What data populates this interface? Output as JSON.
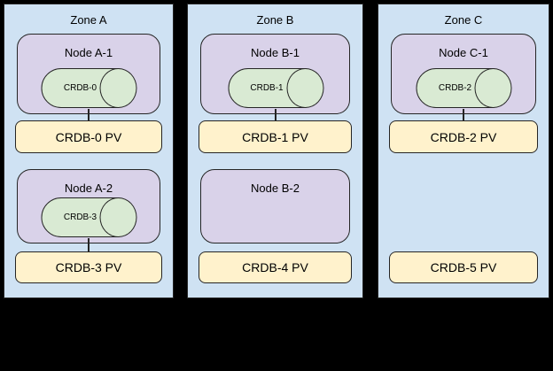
{
  "diagram": {
    "background": "#000000",
    "colors": {
      "zone_fill": "#cfe2f3",
      "node_fill": "#d9d2e9",
      "pod_fill": "#d9ead3",
      "pv_fill": "#fff2cc",
      "border": "#252525",
      "text": "#000000"
    },
    "zones": [
      {
        "label": "Zone A",
        "rows": [
          {
            "node": {
              "label": "Node A-1",
              "pod": "CRDB-0"
            },
            "pv": "CRDB-0 PV",
            "connected": true
          },
          {
            "node": {
              "label": "Node A-2",
              "pod": "CRDB-3"
            },
            "pv": "CRDB-3 PV",
            "connected": true
          }
        ]
      },
      {
        "label": "Zone B",
        "rows": [
          {
            "node": {
              "label": "Node B-1",
              "pod": "CRDB-1"
            },
            "pv": "CRDB-1 PV",
            "connected": true
          },
          {
            "node": {
              "label": "Node B-2",
              "pod": null
            },
            "pv": "CRDB-4 PV",
            "connected": false
          }
        ]
      },
      {
        "label": "Zone C",
        "rows": [
          {
            "node": {
              "label": "Node C-1",
              "pod": "CRDB-2"
            },
            "pv": "CRDB-2 PV",
            "connected": true
          },
          {
            "node": null,
            "pv": "CRDB-5 PV",
            "connected": false
          }
        ]
      }
    ]
  }
}
